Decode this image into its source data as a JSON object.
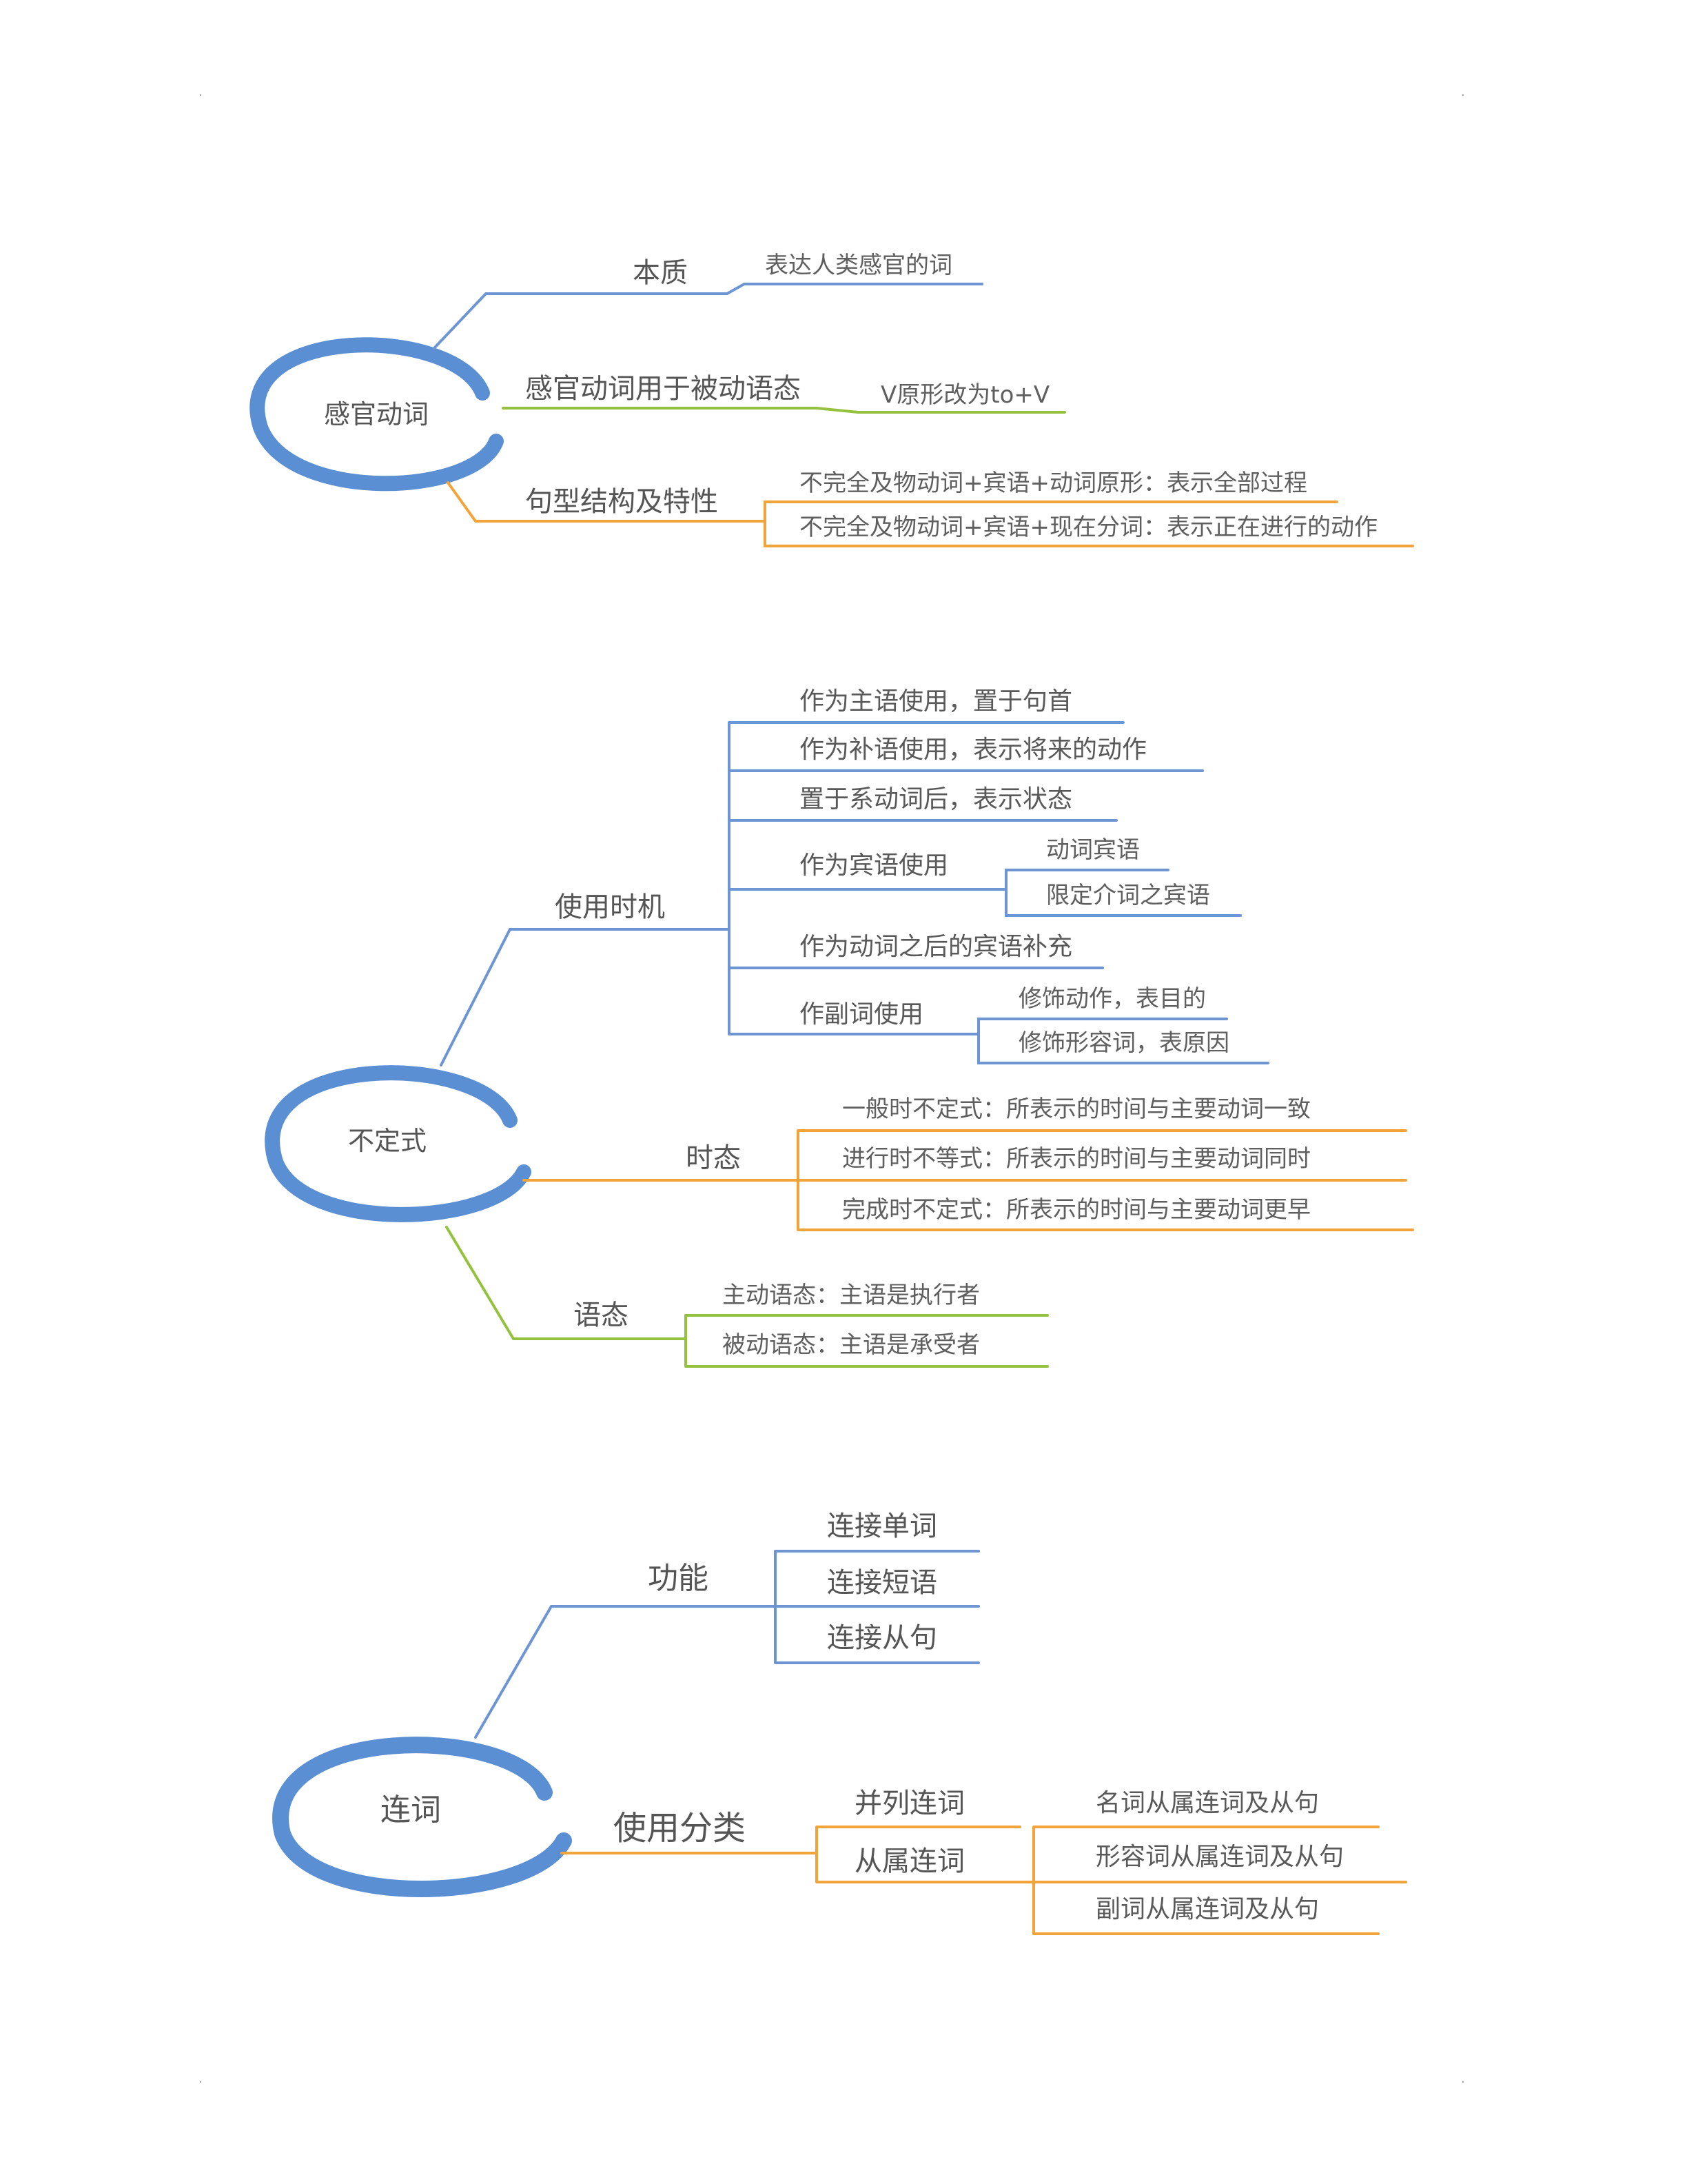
{
  "colors": {
    "blue": "#6d95d3",
    "green": "#94c23e",
    "orange": "#f2a43a",
    "ring": "#5b8fd4"
  },
  "map1": {
    "root": "感官动词",
    "b1": {
      "label": "本质",
      "child": "表达人类感官的词"
    },
    "b2": {
      "label": "感官动词用于被动语态",
      "child": "V原形改为to+V"
    },
    "b3": {
      "label": "句型结构及特性",
      "children": [
        "不完全及物动词+宾语+动词原形：表示全部过程",
        "不完全及物动词+宾语+现在分词：表示正在进行的动作"
      ]
    }
  },
  "map2": {
    "root": "不定式",
    "b1": {
      "label": "使用时机",
      "items": [
        "作为主语使用，置于句首",
        "作为补语使用，表示将来的动作",
        "置于系动词后，表示状态",
        "作为宾语使用",
        "作为动词之后的宾语补充",
        "作副词使用"
      ],
      "obj_children": [
        "动词宾语",
        "限定介词之宾语"
      ],
      "adv_children": [
        "修饰动作，表目的",
        "修饰形容词，表原因"
      ]
    },
    "b2": {
      "label": "时态",
      "children": [
        "一般时不定式：所表示的时间与主要动词一致",
        "进行时不等式：所表示的时间与主要动词同时",
        "完成时不定式：所表示的时间与主要动词更早"
      ]
    },
    "b3": {
      "label": "语态",
      "children": [
        "主动语态：主语是执行者",
        "被动语态：主语是承受者"
      ]
    }
  },
  "map3": {
    "root": "连词",
    "b1": {
      "label": "功能",
      "children": [
        "连接单词",
        "连接短语",
        "连接从句"
      ]
    },
    "b2": {
      "label": "使用分类",
      "children": [
        "并列连词",
        "从属连词"
      ],
      "sub_children": [
        "名词从属连词及从句",
        "形容词从属连词及从句",
        "副词从属连词及从句"
      ]
    }
  }
}
